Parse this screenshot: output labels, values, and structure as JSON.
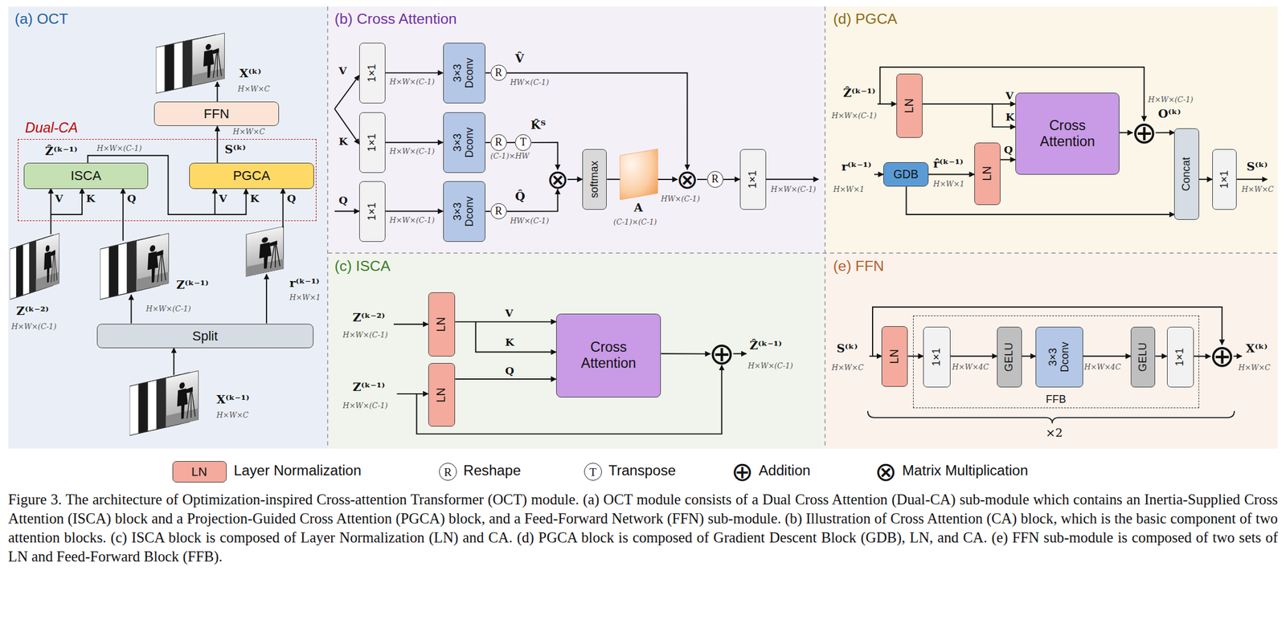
{
  "diagram": {
    "caption": "Figure 3. The architecture of Optimization-inspired Cross-attention Transformer (OCT) module. (a) OCT module consists of a Dual Cross Attention (Dual-CA) sub-module which contains an Inertia-Supplied Cross Attention (ISCA) block and a Projection-Guided Cross Attention (PGCA) block, and a Feed-Forward Network (FFN) sub-module. (b) Illustration of Cross Attention (CA) block, which is the basic component of two attention blocks. (c) ISCA block is composed of Layer Normalization (LN) and CA. (d) PGCA block is composed of Gradient Descent Block (GDB), LN, and CA. (e) FFN sub-module is composed of two sets of LN and Feed-Forward Block (FFB).",
    "nodes": [
      {
        "text": [
          "(a) OCT"
        ]
      },
      {
        "text": [
          "FFN"
        ],
        "in": 0
      },
      {
        "text": [
          "Dual-CA"
        ],
        "in": 0
      },
      {
        "text": [
          "ISCA"
        ],
        "in": 2
      },
      {
        "text": [
          "PGCA"
        ],
        "in": 2
      },
      {
        "text": [
          "Split"
        ],
        "in": 0
      },
      {
        "text": [
          "(b) Cross Attention"
        ]
      },
      {
        "text": [
          "1×1"
        ],
        "in": 6
      },
      {
        "text": [
          "3×3 Dconv"
        ],
        "in": 6
      },
      {
        "text": [
          "R"
        ],
        "in": 6
      },
      {
        "text": [
          "1×1"
        ],
        "in": 6
      },
      {
        "text": [
          "3×3 Dconv"
        ],
        "in": 6
      },
      {
        "text": [
          "R"
        ],
        "in": 6
      },
      {
        "text": [
          "T"
        ],
        "in": 6
      },
      {
        "text": [
          "1×1"
        ],
        "in": 6
      },
      {
        "text": [
          "3×3 Dconv"
        ],
        "in": 6
      },
      {
        "text": [
          "R"
        ],
        "in": 6
      },
      {
        "text": [
          "⊗"
        ],
        "in": 6
      },
      {
        "text": [
          "softmax"
        ],
        "in": 6
      },
      {
        "text": [
          "⊗"
        ],
        "in": 6
      },
      {
        "text": [
          "R"
        ],
        "in": 6
      },
      {
        "text": [
          "1×1"
        ],
        "in": 6
      },
      {
        "text": [
          "(c) ISCA"
        ]
      },
      {
        "text": [
          "LN"
        ],
        "in": 22
      },
      {
        "text": [
          "LN"
        ],
        "in": 22
      },
      {
        "text": [
          "Cross Attention"
        ],
        "in": 22
      },
      {
        "text": [
          "⊕"
        ],
        "in": 22
      },
      {
        "text": [
          "(d) PGCA"
        ]
      },
      {
        "text": [
          "LN"
        ],
        "in": 27
      },
      {
        "text": [
          "Cross Attention"
        ],
        "in": 27
      },
      {
        "text": [
          "⊕"
        ],
        "in": 27
      },
      {
        "text": [
          "GDB"
        ],
        "in": 27
      },
      {
        "text": [
          "LN"
        ],
        "in": 27
      },
      {
        "text": [
          "Concat"
        ],
        "in": 27
      },
      {
        "text": [
          "1×1"
        ],
        "in": 27
      },
      {
        "text": [
          "(e) FFN"
        ]
      },
      {
        "text": [
          "LN"
        ],
        "in": 35
      },
      {
        "text": [
          "FFB"
        ],
        "in": 35
      },
      {
        "text": [
          "1×1"
        ],
        "in": 37
      },
      {
        "text": [
          "GELU"
        ],
        "in": 37
      },
      {
        "text": [
          "3×3 Dconv"
        ],
        "in": 37
      },
      {
        "text": [
          "GELU"
        ],
        "in": 37
      },
      {
        "text": [
          "1×1"
        ],
        "in": 37
      },
      {
        "text": [
          "⊕"
        ],
        "in": 35
      }
    ],
    "edges": [
      {
        "from": 3,
        "to": 4,
        "arrow": "to"
      },
      {
        "from": 4,
        "to": 1,
        "arrow": "to"
      },
      {
        "from": 7,
        "to": 8,
        "arrow": "to"
      },
      {
        "from": 8,
        "to": 9,
        "arrow": "none"
      },
      {
        "from": 9,
        "to": 19,
        "arrow": "to"
      },
      {
        "from": 10,
        "to": 11,
        "arrow": "to"
      },
      {
        "from": 11,
        "to": 12,
        "arrow": "none"
      },
      {
        "from": 12,
        "to": 13,
        "arrow": "none"
      },
      {
        "from": 13,
        "to": 17,
        "arrow": "to"
      },
      {
        "from": 14,
        "to": 15,
        "arrow": "to"
      },
      {
        "from": 15,
        "to": 16,
        "arrow": "none"
      },
      {
        "from": 16,
        "to": 17,
        "arrow": "to"
      },
      {
        "from": 17,
        "to": 18,
        "arrow": "to"
      },
      {
        "from": 18,
        "to": 19,
        "arrow": "to"
      },
      {
        "from": 19,
        "to": 20,
        "arrow": "none"
      },
      {
        "from": 20,
        "to": 21,
        "arrow": "to"
      },
      {
        "from": 23,
        "to": 25,
        "arrow": "to"
      },
      {
        "from": 24,
        "to": 25,
        "arrow": "to"
      },
      {
        "from": 25,
        "to": 26,
        "arrow": "to"
      },
      {
        "from": 28,
        "to": 29,
        "arrow": "to"
      },
      {
        "from": 32,
        "to": 29,
        "arrow": "to"
      },
      {
        "from": 31,
        "to": 32,
        "arrow": "to"
      },
      {
        "from": 29,
        "to": 30,
        "arrow": "to"
      },
      {
        "from": 30,
        "to": 33,
        "arrow": "to"
      },
      {
        "from": 31,
        "to": 33,
        "arrow": "to"
      },
      {
        "from": 33,
        "to": 34,
        "arrow": "to"
      },
      {
        "from": 36,
        "to": 38,
        "arrow": "to"
      },
      {
        "from": 38,
        "to": 39,
        "arrow": "to"
      },
      {
        "from": 39,
        "to": 40,
        "arrow": "to"
      },
      {
        "from": 40,
        "to": 41,
        "arrow": "to"
      },
      {
        "from": 41,
        "to": 42,
        "arrow": "to"
      },
      {
        "from": 42,
        "to": 43,
        "arrow": "to"
      }
    ],
    "labels": [
      "X⁽ᵏ⁾",
      "H×W×C",
      "H×W×C",
      "S⁽ᵏ⁾",
      "Ẑ⁽ᵏ⁻¹⁾",
      "H×W×(C-1)",
      "V",
      "K",
      "Q",
      "V",
      "K",
      "Q",
      "Z⁽ᵏ⁻²⁾",
      "H×W×(C-1)",
      "Z⁽ᵏ⁻¹⁾",
      "H×W×(C-1)",
      "r⁽ᵏ⁻¹⁾",
      "H×W×1",
      "X⁽ᵏ⁻¹⁾",
      "H×W×C",
      "V",
      "K",
      "Q",
      "H×W×(C-1)",
      "H×W×(C-1)",
      "H×W×(C-1)",
      "V̂",
      "HW×(C-1)",
      "K̂ᵀ",
      "(C-1)×HW",
      "Q̂",
      "HW×(C-1)",
      "A",
      "(C-1)×(C-1)",
      "HW×(C-1)",
      "H×W×(C-1)",
      "Z⁽ᵏ⁻²⁾",
      "H×W×(C-1)",
      "Z⁽ᵏ⁻¹⁾",
      "H×W×(C-1)",
      "V",
      "K",
      "Q",
      "Ẑ⁽ᵏ⁻¹⁾",
      "H×W×(C-1)",
      "Ẑ⁽ᵏ⁻¹⁾",
      "H×W×(C-1)",
      "V",
      "K",
      "Q",
      "H×W×(C-1)",
      "O⁽ᵏ⁾",
      "r⁽ᵏ⁻¹⁾",
      "H×W×1",
      "r̂⁽ᵏ⁻¹⁾",
      "H×W×1",
      "S⁽ᵏ⁾",
      "H×W×C",
      "S⁽ᵏ⁾",
      "H×W×C",
      "H×W×4C",
      "H×W×4C",
      "X⁽ᵏ⁾",
      "H×W×C",
      "×2",
      "LN",
      "R",
      "T",
      "⊕",
      "⊗"
    ],
    "legend": [
      {
        "text": "Layer Normalization",
        "color": "#f4aa9c"
      },
      {
        "text": "Reshape"
      },
      {
        "text": "Transpose"
      },
      {
        "text": "Addition"
      },
      {
        "text": "Matrix Multiplication"
      }
    ]
  }
}
